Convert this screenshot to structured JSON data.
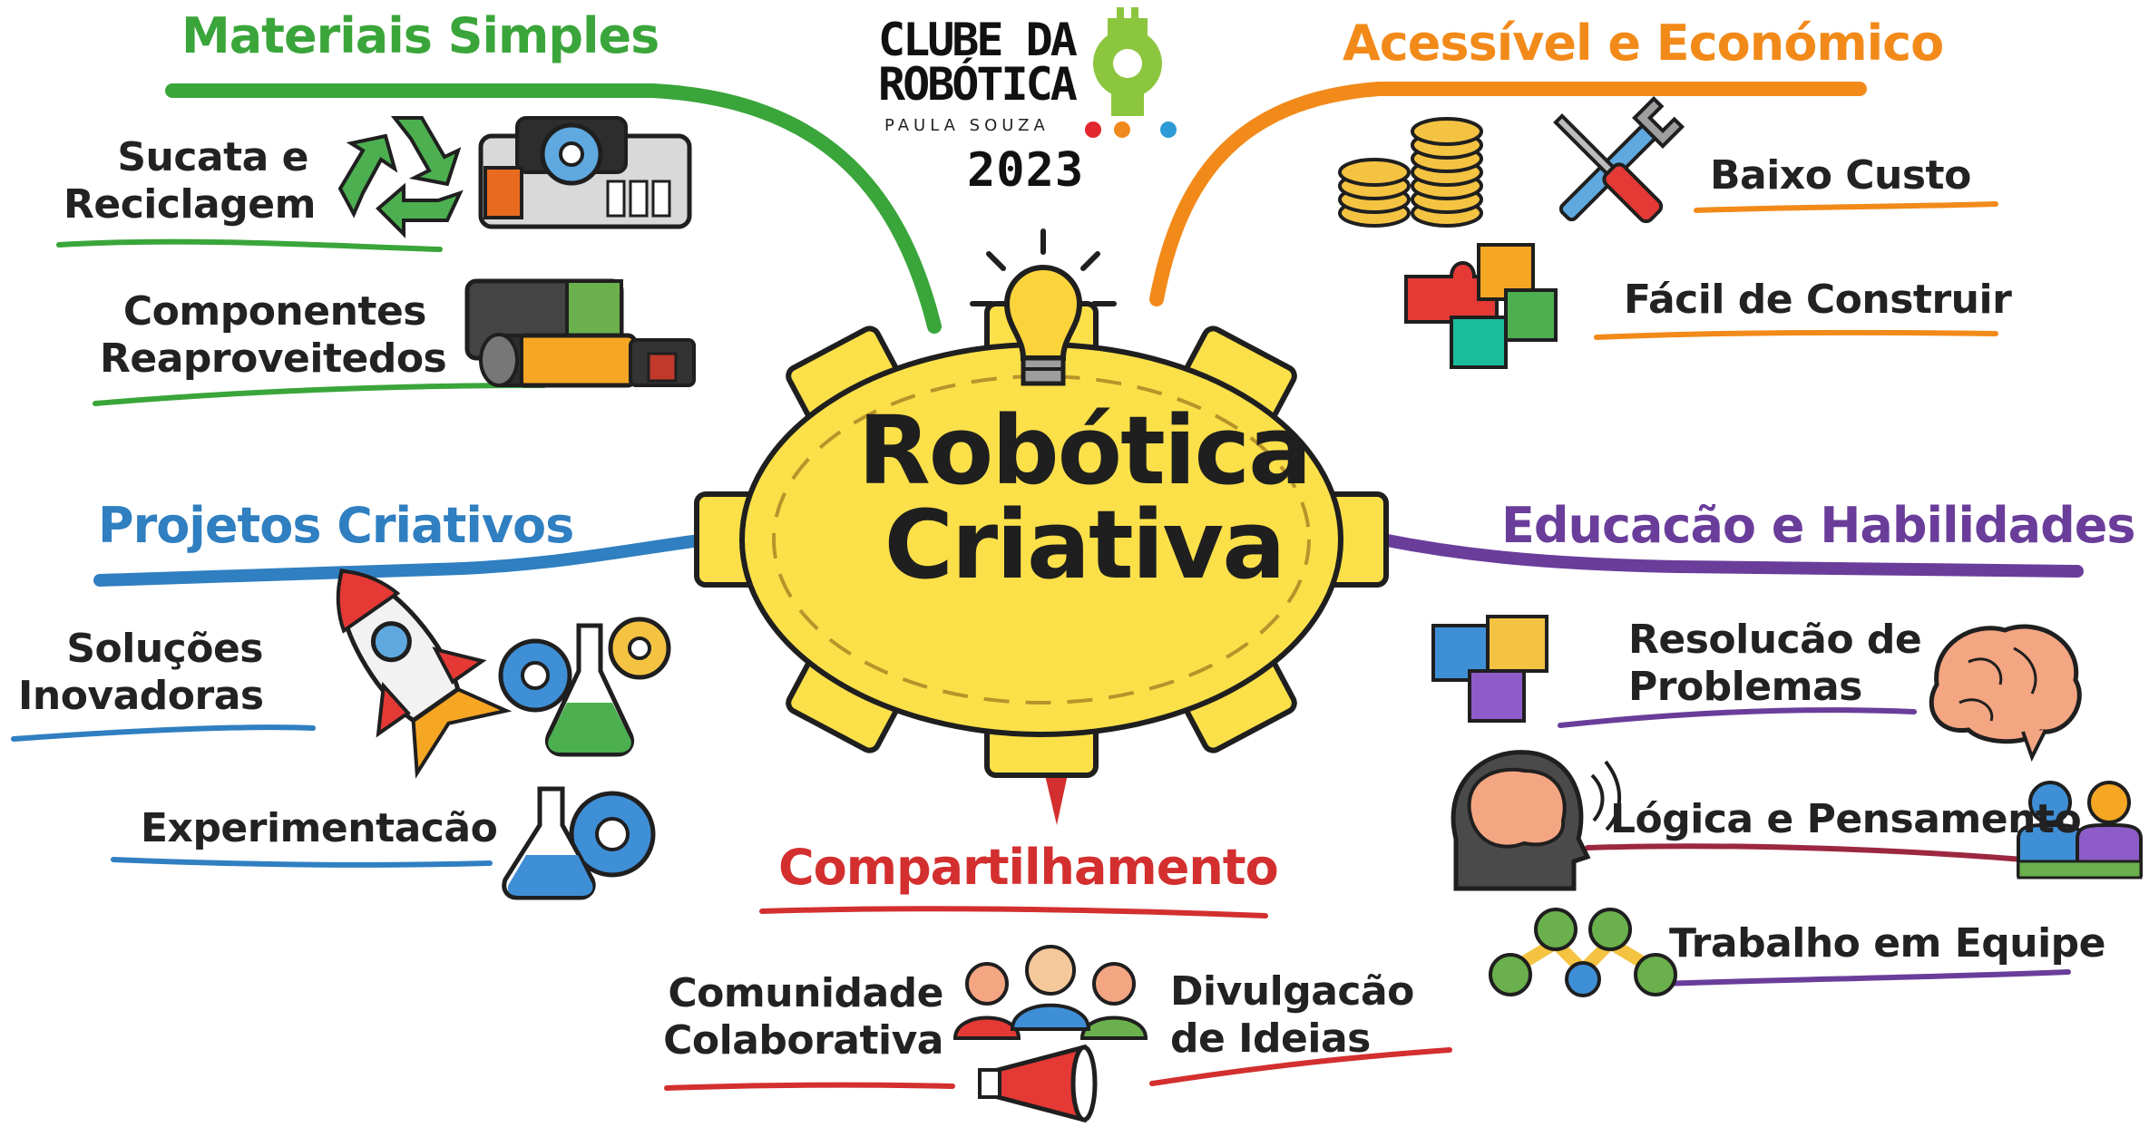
{
  "logo": {
    "line1": "CLUBE DA",
    "line2": "ROBÓTICA",
    "subtitle": "PAULA SOUZA",
    "year": "2023",
    "dot_colors": [
      "#e3262d",
      "#f08a1c",
      "#2f9bd6"
    ],
    "accent": "#8cc63f"
  },
  "center": {
    "line1": "Robótica",
    "line2": "Criativa",
    "gear_color": "#fbe04a",
    "icon": "lightbulb-icon"
  },
  "branches": {
    "materiais": {
      "title": "Materiais Simples",
      "color": "#3aa53a",
      "items": [
        {
          "line1": "Sucata e",
          "line2": "Reciclagem",
          "icons": [
            "recycle-icon",
            "scrap-parts-icon"
          ]
        },
        {
          "line1": "Componentes",
          "line2": "Reaproveitedos",
          "icons": [
            "battery-motor-icon"
          ]
        }
      ]
    },
    "projetos": {
      "title": "Projetos Criativos",
      "color": "#2f7fc1",
      "items": [
        {
          "line1": "Soluções",
          "line2": "Inovadoras",
          "icons": [
            "rocket-icon",
            "flask-gears-icon"
          ]
        },
        {
          "line1": "Experimentacão",
          "icons": [
            "flask-gear-icon"
          ]
        }
      ]
    },
    "acessivel": {
      "title": "Acessível e Económico",
      "color": "#f28a1a",
      "items": [
        {
          "line1": "Baixo Custo",
          "icons": [
            "coins-icon",
            "tools-icon"
          ]
        },
        {
          "line1": "Fácil de Construir",
          "icons": [
            "puzzle-icon"
          ]
        }
      ]
    },
    "educacao": {
      "title": "Educacão e Habilidades",
      "color": "#6a3d9a",
      "items": [
        {
          "line1": "Resolucão de",
          "line2": "Problemas",
          "icons": [
            "puzzle-icon",
            "brain-icon"
          ]
        },
        {
          "line1": "Lógica e Pensamento",
          "icons": [
            "head-brain-icon",
            "people-icon"
          ]
        },
        {
          "line1": "Trabalho em Equipe",
          "icons": [
            "team-network-icon"
          ]
        }
      ]
    },
    "compartilhamento": {
      "title": "Compartilhamento",
      "color": "#d32f2f",
      "items": [
        {
          "line1": "Comunidade",
          "line2": "Colaborativa",
          "icons": [
            "people-group-icon"
          ]
        },
        {
          "line1": "Divulgacão",
          "line2": "de Ideias",
          "icons": [
            "megaphone-icon"
          ]
        }
      ]
    }
  }
}
